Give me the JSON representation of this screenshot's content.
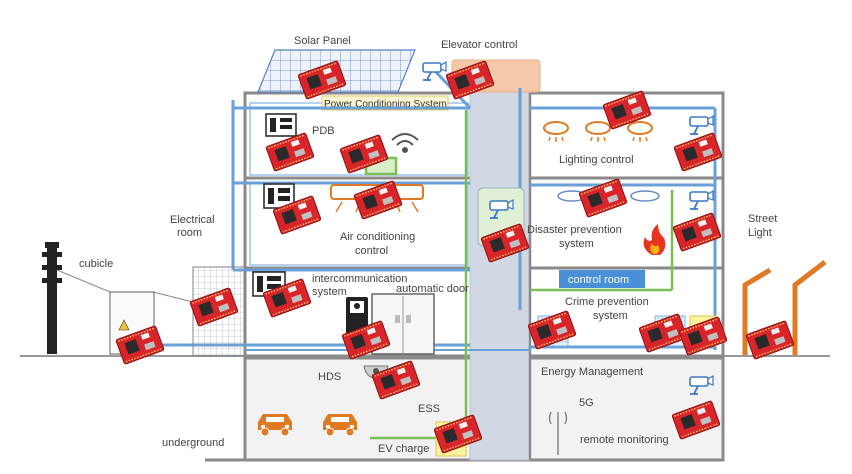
{
  "labels": {
    "solar_panel": "Solar Panel",
    "elevator_control": "Elevator control",
    "power_conditioning": "Power Conditioning System",
    "pdb": "PDB",
    "lighting_control": "Lighting control",
    "air_conditioning_1": "Air conditioning",
    "air_conditioning_2": "control",
    "disaster_prevention_1": "Disaster prevention",
    "disaster_prevention_2": "system",
    "control_room": "control room",
    "street_light_1": "Street",
    "street_light_2": "Light",
    "electrical_room_1": "Electrical",
    "electrical_room_2": "room",
    "cubicle": "cubicle",
    "intercommunication_1": "intercommunication",
    "intercommunication_2": "system",
    "automatic_door": "automatic door",
    "crime_prevention_1": "Crime prevention",
    "crime_prevention_2": "system",
    "hds": "HDS",
    "energy_management": "Energy Management",
    "fiveg": "5G",
    "ess": "ESS",
    "remote_monitoring": "remote monitoring",
    "underground": "underground",
    "ev_charge": "EV charge"
  },
  "colors": {
    "building_wall": "#808080",
    "network_line": "#6aa0d8",
    "power_line": "#7dbd55",
    "elevator_shaft": "#d0d8e4",
    "control_room_bg": "#4a90d9",
    "board_red": "#d9242a",
    "car_orange": "#e07a22",
    "lamp_orange": "#e07a22"
  },
  "icons": [
    "solar-panel-icon",
    "camera-icon",
    "board-icon",
    "car-icon",
    "fire-icon",
    "wifi-icon",
    "lamp-icon",
    "antenna-icon"
  ]
}
